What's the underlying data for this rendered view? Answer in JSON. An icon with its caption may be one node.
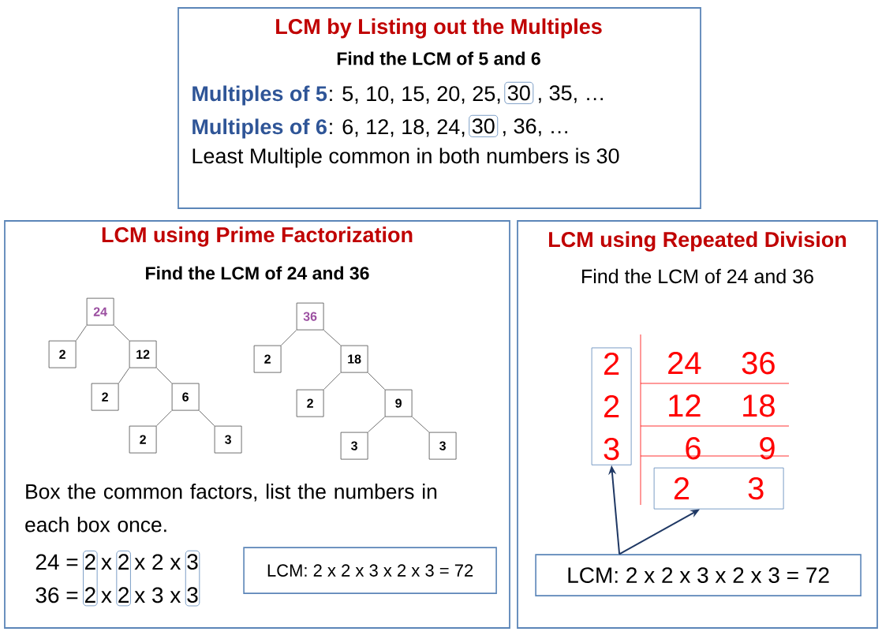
{
  "diagram": {
    "nodes": [
      {
        "text": [
          "LCM by Listing out the Multiples",
          "Find the LCM of 5 and 6",
          "Least Multiple common in both numbers is 30"
        ]
      },
      {
        "text": [
          "30"
        ],
        "in": 0
      },
      {
        "text": [
          "30"
        ],
        "in": 0
      },
      {
        "text": [
          "LCM using Prime Factorization",
          "Find the LCM of 24 and 36",
          "Box the common factors, list the numbers in each box once."
        ]
      },
      {
        "text": [
          "24"
        ],
        "in": 3
      },
      {
        "text": [
          "2"
        ],
        "in": 3
      },
      {
        "text": [
          "12"
        ],
        "in": 3
      },
      {
        "text": [
          "2"
        ],
        "in": 3
      },
      {
        "text": [
          "6"
        ],
        "in": 3
      },
      {
        "text": [
          "2"
        ],
        "in": 3
      },
      {
        "text": [
          "3"
        ],
        "in": 3
      },
      {
        "text": [
          "36"
        ],
        "in": 3
      },
      {
        "text": [
          "2"
        ],
        "in": 3
      },
      {
        "text": [
          "18"
        ],
        "in": 3
      },
      {
        "text": [
          "2"
        ],
        "in": 3
      },
      {
        "text": [
          "9"
        ],
        "in": 3
      },
      {
        "text": [
          "3"
        ],
        "in": 3
      },
      {
        "text": [
          "3"
        ],
        "in": 3
      },
      {
        "text": [
          "2",
          "2"
        ],
        "in": 3
      },
      {
        "text": [
          "2",
          "2"
        ],
        "in": 3
      },
      {
        "text": [
          "3",
          "3"
        ],
        "in": 3
      },
      {
        "text": [
          "LCM: 2 x 2 x 3 x 2 x 3 = 72"
        ],
        "in": 3
      },
      {
        "text": [
          "LCM using Repeated Division",
          "Find the LCM of 24 and 36"
        ]
      },
      {
        "text": [
          "2",
          "2",
          "3"
        ],
        "in": 22
      },
      {
        "text": [
          "2",
          "3"
        ],
        "in": 22
      },
      {
        "text": [
          "LCM: 2 x 2 x 3 x 2 x 3 = 72"
        ],
        "in": 22
      }
    ],
    "edges": [
      {
        "from": 4,
        "to": 5,
        "arrow": "none"
      },
      {
        "from": 4,
        "to": 6,
        "arrow": "none"
      },
      {
        "from": 6,
        "to": 7,
        "arrow": "none"
      },
      {
        "from": 6,
        "to": 8,
        "arrow": "none"
      },
      {
        "from": 8,
        "to": 9,
        "arrow": "none"
      },
      {
        "from": 8,
        "to": 10,
        "arrow": "none"
      },
      {
        "from": 11,
        "to": 12,
        "arrow": "none"
      },
      {
        "from": 11,
        "to": 13,
        "arrow": "none"
      },
      {
        "from": 13,
        "to": 14,
        "arrow": "none"
      },
      {
        "from": 13,
        "to": 15,
        "arrow": "none"
      },
      {
        "from": 15,
        "to": 16,
        "arrow": "none"
      },
      {
        "from": 15,
        "to": 17,
        "arrow": "none"
      },
      {
        "from": 25,
        "to": 23,
        "arrow": "to",
        "color": "#1f3864"
      },
      {
        "from": 25,
        "to": 24,
        "arrow": "to",
        "color": "#1f3864"
      }
    ],
    "labels": [
      "Multiples of 5",
      ": 5, 10, 15, 20, 25,",
      ", 35, …",
      "Multiples of 6",
      ": 6, 12, 18, 24,",
      ", 36, …",
      "24 =",
      "x",
      "x 2 x",
      "36 =",
      "x",
      "x 3 x",
      "24",
      "36",
      "12",
      "18",
      "6",
      "9"
    ]
  }
}
